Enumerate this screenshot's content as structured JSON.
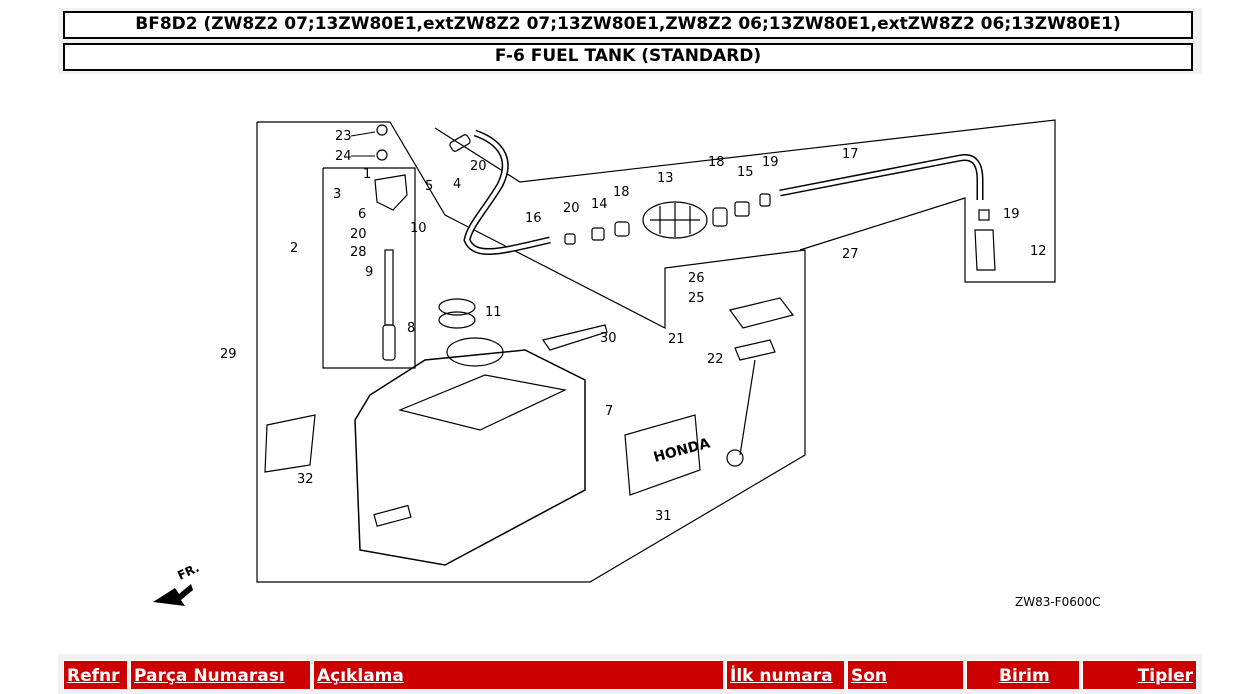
{
  "header": {
    "model": "BF8D2 (ZW8Z2 07;13ZW80E1,extZW8Z2 07;13ZW80E1,ZW8Z2 06;13ZW80E1,extZW8Z2 06;13ZW80E1)",
    "section": "F-6 FUEL TANK (STANDARD)"
  },
  "diagram": {
    "code": "ZW83-F0600C",
    "direction_label": "FR.",
    "brand_label": "HONDA",
    "callouts": [
      "1",
      "2",
      "3",
      "4",
      "5",
      "6",
      "7",
      "8",
      "9",
      "10",
      "11",
      "12",
      "13",
      "14",
      "15",
      "16",
      "17",
      "18",
      "18",
      "19",
      "19",
      "20",
      "20",
      "20",
      "21",
      "22",
      "23",
      "24",
      "25",
      "26",
      "27",
      "28",
      "29",
      "30",
      "31",
      "32"
    ]
  },
  "table": {
    "columns": [
      "Refnr",
      "Parça Numarası",
      "Açıklama",
      "İlk numara",
      "Son",
      "Birim",
      "Tipler"
    ]
  }
}
